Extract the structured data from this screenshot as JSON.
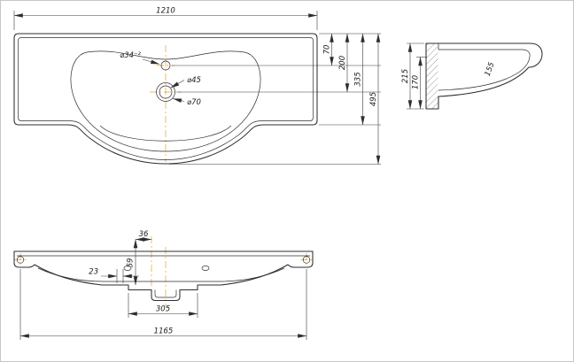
{
  "colors": {
    "line": "#2e2e2e",
    "dimension": "#3c3c3c",
    "centerline": "#dfa13a",
    "background": "#ffffff"
  },
  "plan_view": {
    "dim_overall_width": "1210",
    "dim_faucet_offset": "70",
    "dim_drain_offset": "200",
    "dim_body_depth": "335",
    "dim_overall_depth": "495",
    "faucet_hole_label": "⌀34⁻²",
    "drain_inner_label": "⌀45",
    "drain_outer_label": "⌀70"
  },
  "side_view": {
    "dim_overall_height": "215",
    "dim_inner_height": "170",
    "dim_bowl_depth": "155"
  },
  "front_view": {
    "dim_hole_spacing": "36",
    "dim_hole_height": "59",
    "dim_edge_offset": "23",
    "dim_recess_width": "305",
    "dim_mounting_width": "1165"
  }
}
